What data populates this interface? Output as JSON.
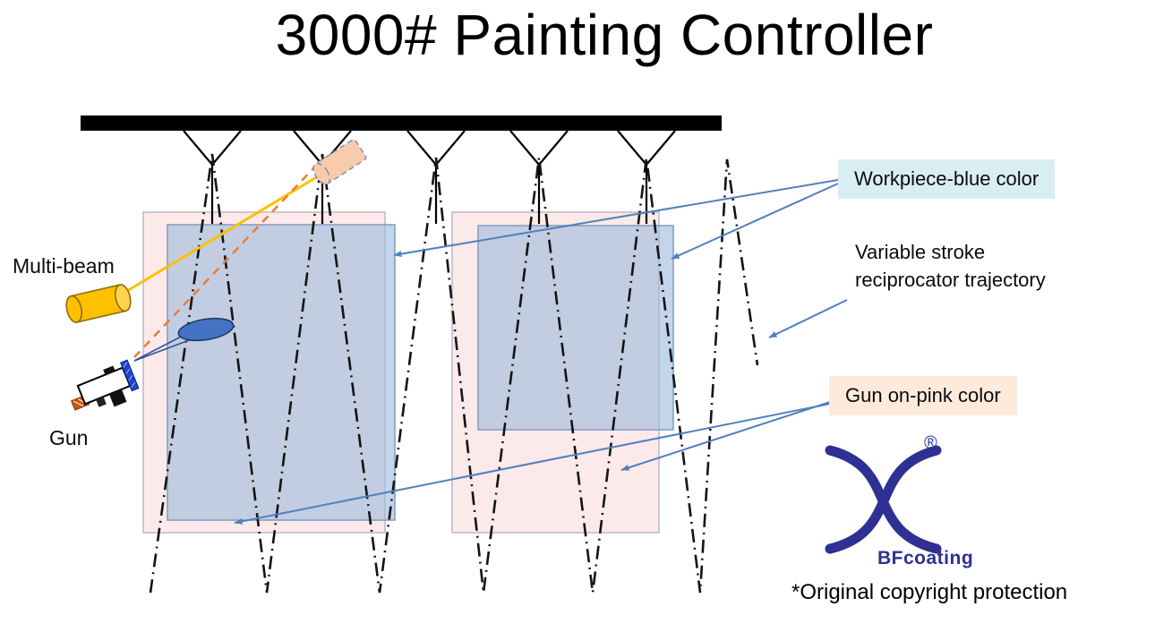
{
  "title": "3000# Painting Controller",
  "labels": {
    "multi_beam": "Multi-beam",
    "gun": "Gun"
  },
  "callouts": {
    "workpiece": "Workpiece-blue color",
    "variable_stroke_line1": "Variable stroke",
    "variable_stroke_line2": "reciprocator trajectory",
    "gun_pink": "Gun on-pink color"
  },
  "logo": {
    "brand": "BFcoating",
    "registered": "®"
  },
  "footer": {
    "copyright": "*Original copyright protection"
  },
  "colors": {
    "arrow": "#4f81bd",
    "workpiece_blue": "#c9d9ea",
    "pink": "#fce9ea",
    "callout_cyan": "#d9eef3",
    "callout_peach": "#fdeada",
    "logo_navy": "#2e3192",
    "beam_yellow": "#ffc000",
    "beam_orange": "#ed7d31",
    "trajectory_black": "#141414"
  }
}
